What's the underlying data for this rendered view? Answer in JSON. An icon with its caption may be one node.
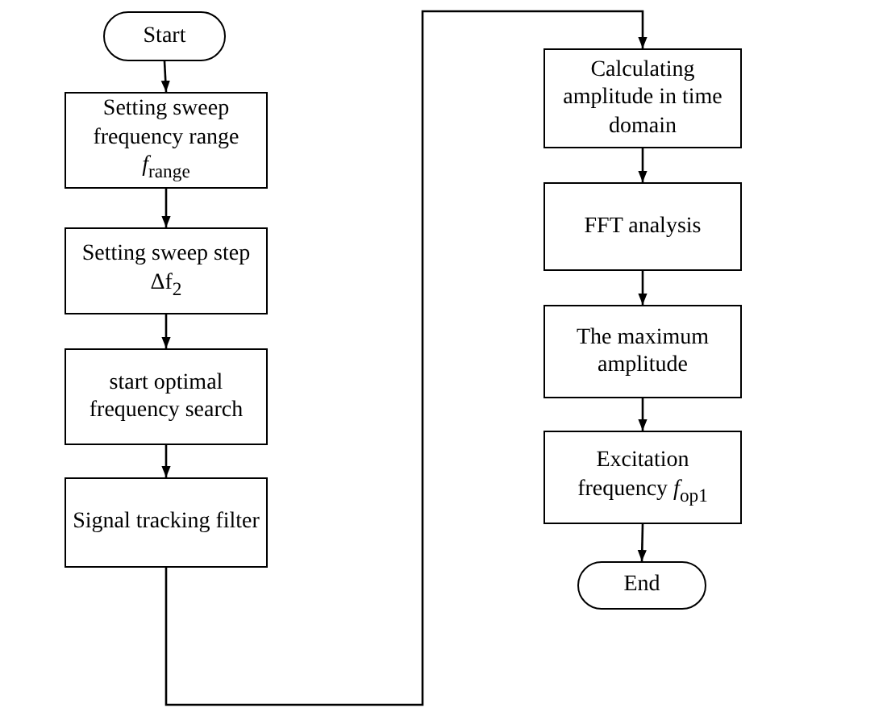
{
  "diagram": {
    "nodes": [
      {
        "text": [
          "Start"
        ]
      },
      {
        "text": [
          "Setting sweep frequency range *f*$_{range}$"
        ]
      },
      {
        "text": [
          "Setting sweep step Δf$_{2}$"
        ]
      },
      {
        "text": [
          "start optimal frequency search"
        ]
      },
      {
        "text": [
          "Signal tracking filter"
        ]
      },
      {
        "text": [
          "Calculating amplitude in time domain"
        ]
      },
      {
        "text": [
          "FFT analysis"
        ]
      },
      {
        "text": [
          "The maximum amplitude"
        ]
      },
      {
        "text": [
          "Excitation frequency *f*$_{op1}$"
        ]
      },
      {
        "text": [
          "End"
        ]
      }
    ],
    "edges": [
      {
        "from": 0,
        "to": 1,
        "arrow": "to"
      },
      {
        "from": 1,
        "to": 2,
        "arrow": "to"
      },
      {
        "from": 2,
        "to": 3,
        "arrow": "to"
      },
      {
        "from": 3,
        "to": 4,
        "arrow": "to"
      },
      {
        "from": 4,
        "to": 5,
        "arrow": "to"
      },
      {
        "from": 5,
        "to": 6,
        "arrow": "to"
      },
      {
        "from": 6,
        "to": 7,
        "arrow": "to"
      },
      {
        "from": 7,
        "to": 8,
        "arrow": "to"
      },
      {
        "from": 8,
        "to": 9,
        "arrow": "to"
      }
    ]
  }
}
